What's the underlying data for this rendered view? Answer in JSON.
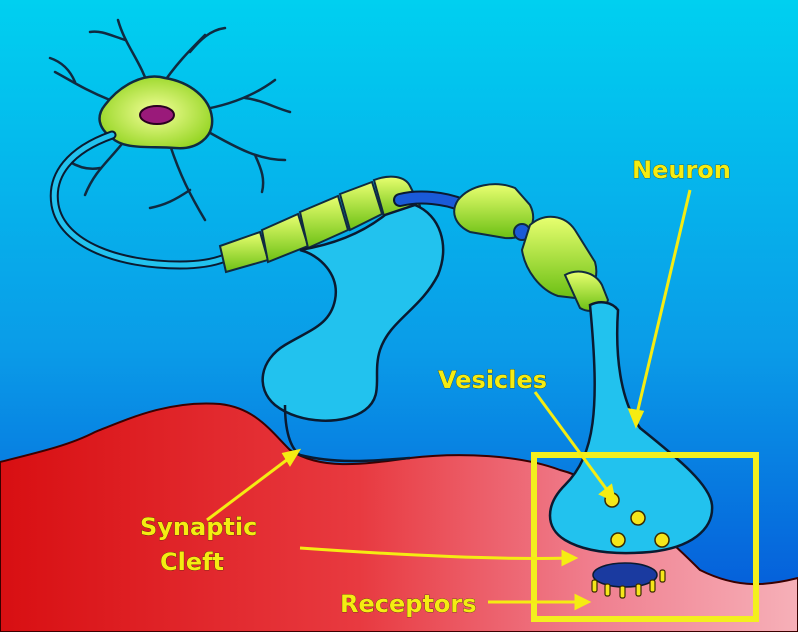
{
  "labels": {
    "neuron": "Neuron",
    "vesicles": "Vesicles",
    "synaptic_line1": "Synaptic",
    "synaptic_line2": "Cleft",
    "receptors": "Receptors"
  },
  "colors": {
    "sky_top": "#00c8ee",
    "sky_bottom": "#0060e0",
    "tissue_red": "#e01a1a",
    "tissue_pink": "#f4a0a8",
    "neuron_fill": "#22c2ee",
    "myelin": "#a8e61e",
    "label_yellow": "#f5ec12",
    "highlight_box": "#f3ef1e"
  },
  "icons": {
    "cell_body": "neuron-cell-body-icon",
    "vesicle": "vesicle-icon",
    "receptor": "receptor-icon"
  }
}
